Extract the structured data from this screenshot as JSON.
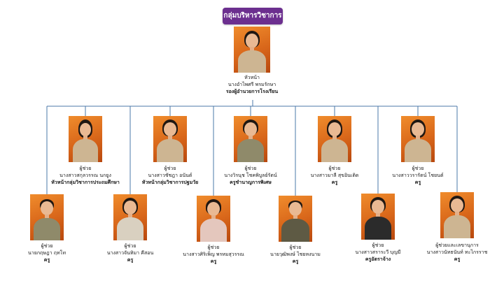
{
  "header": {
    "department": "กลุ่มบริหารวิชาการ"
  },
  "head": {
    "role": "หัวหน้า",
    "name": "นางอำไพศรี พรมรักษา",
    "position": "รองผู้อำนวยการโรงเรียน"
  },
  "row1": [
    {
      "role": "ผู้ช่วย",
      "name": "นางสาวสกุลวรรณ นกยูง",
      "position": "หัวหน้ากลุ่มวิชาการประถมศึกษา"
    },
    {
      "role": "ผู้ช่วย",
      "name": "นางสาวชัชฎา อนันต์",
      "position": "หัวหน้ากลุ่มวิชาการปฐมวัย"
    },
    {
      "role": "ผู้ช่วย",
      "name": "นางวิรนุช โชคพิบูลย์รัตน์",
      "position": "ครูชำนาญการพิเศษ"
    },
    {
      "role": "ผู้ช่วย",
      "name": "นางสาวมาลี สุขอินเติด",
      "position": "ครู"
    },
    {
      "role": "ผู้ช่วย",
      "name": "นางสาววรารัตน์ โชยนต์",
      "position": "ครู"
    }
  ],
  "row2": [
    {
      "role": "ผู้ช่วย",
      "name": "นายกฤษฎา ฤทโท",
      "position": "ครู"
    },
    {
      "role": "ผู้ช่วย",
      "name": "นางสาวจันทิมา คีสอน",
      "position": "ครู"
    },
    {
      "role": "ผู้ช่วย",
      "name": "นางสาวศิริเพ็ญ พรหมสุวรรณ",
      "position": "ครู"
    },
    {
      "role": "ผู้ช่วย",
      "name": "นายวุฒิพงษ์ ไชยหงนาม",
      "position": "ครู"
    },
    {
      "role": "ผู้ช่วย",
      "name": "นางสาวสราระวี บุญมี",
      "position": "ครูอัตราจ้าง"
    },
    {
      "role": "ผู้ช่วยและเลขานุการ",
      "name": "นางสาวนัทธนันท์ ทะไกรราช",
      "position": "ครู"
    }
  ],
  "colors": {
    "badge": "#6c2f8f",
    "connector": "#4b78a8",
    "photo_bg": "#e07a24"
  }
}
